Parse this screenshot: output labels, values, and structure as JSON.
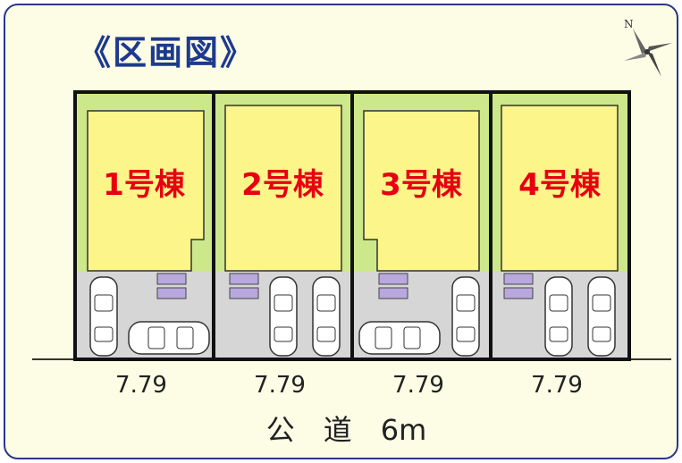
{
  "title": "《区画図》",
  "compass": {
    "north_label": "N"
  },
  "lots": [
    {
      "label": "1号棟",
      "frontage": "7.79"
    },
    {
      "label": "2号棟",
      "frontage": "7.79"
    },
    {
      "label": "3号棟",
      "frontage": "7.79"
    },
    {
      "label": "4号棟",
      "frontage": "7.79"
    }
  ],
  "road": {
    "label_name": "公　道",
    "label_width": "6m"
  },
  "colors": {
    "border": "#2a3784",
    "background": "#fdfde6",
    "lot_green": "#cde88a",
    "building_yellow": "#fbf58a",
    "parking_gray": "#d6d6d6",
    "step_purple": "#b8a8de",
    "label_red": "#e60012",
    "title_blue": "#1d3a8f"
  }
}
